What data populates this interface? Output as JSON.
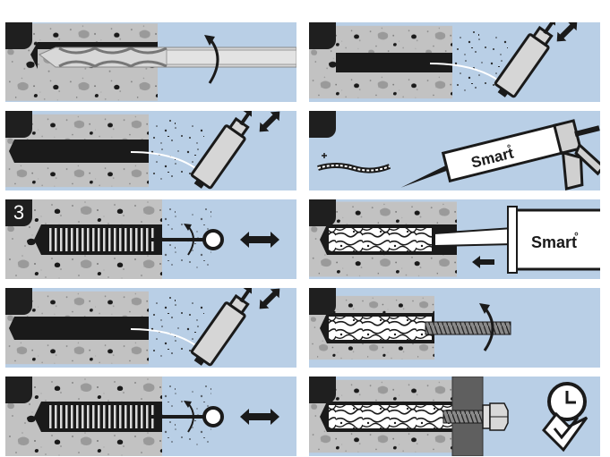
{
  "colors": {
    "background": "#b9cfe6",
    "concrete": "#c2c2c2",
    "hole": "#1a1a1a",
    "outline": "#1a1a1a",
    "bristles": "#d0d0d0",
    "anchor_rod": "#7a7a7a",
    "clamp_plate": "#5f5f5f"
  },
  "steps": [
    {
      "id": 1,
      "badge": "",
      "action": "drill"
    },
    {
      "id": 2,
      "badge": "",
      "action": "blow-out"
    },
    {
      "id": 3,
      "badge": "3",
      "action": "brush"
    },
    {
      "id": 4,
      "badge": "",
      "action": "blow-out"
    },
    {
      "id": 5,
      "badge": "",
      "action": "brush"
    },
    {
      "id": 6,
      "badge": "",
      "action": "blow-out"
    },
    {
      "id": 7,
      "badge": "",
      "action": "dispense-waste"
    },
    {
      "id": 8,
      "badge": "",
      "action": "inject"
    },
    {
      "id": 9,
      "badge": "",
      "action": "insert-rod"
    },
    {
      "id": 10,
      "badge": "",
      "action": "cure-and-tighten"
    }
  ],
  "brand": {
    "name": "Smart",
    "symbol": "°"
  },
  "icons": [
    "rotate-arrow-icon",
    "double-arrow-icon",
    "left-arrow-icon",
    "plus-icon",
    "clock-icon",
    "checkmark-icon"
  ]
}
